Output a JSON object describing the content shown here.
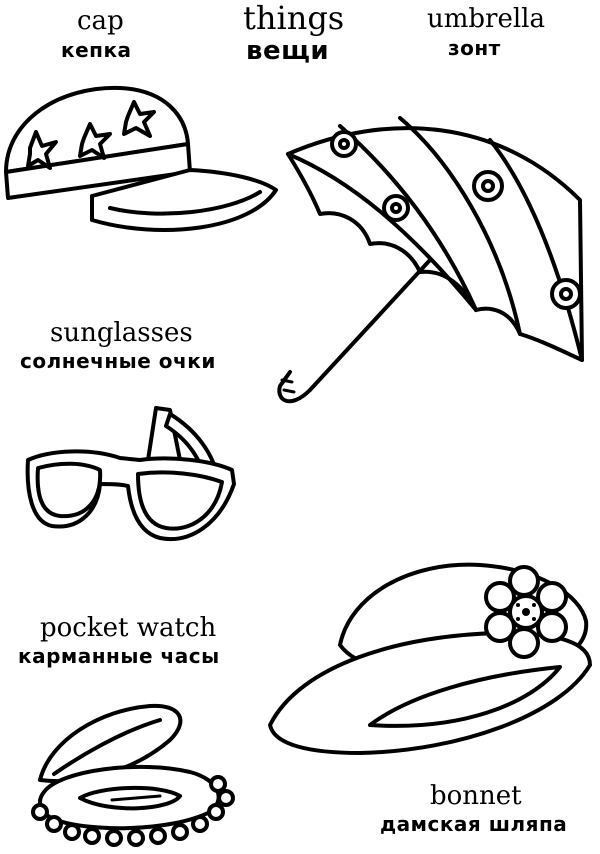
{
  "title": {
    "en": "things",
    "ru": "вещи"
  },
  "items": [
    {
      "en": "cap",
      "ru": "кепка",
      "icon": "cap-icon"
    },
    {
      "en": "umbrella",
      "ru": "зонт",
      "icon": "umbrella-icon"
    },
    {
      "en": "sunglasses",
      "ru": "солнечные очки",
      "icon": "sunglasses-icon"
    },
    {
      "en": "pocket watch",
      "ru": "карманные часы",
      "icon": "pocket-watch-icon"
    },
    {
      "en": "bonnet",
      "ru": "дамская шляпа",
      "icon": "bonnet-icon"
    }
  ]
}
